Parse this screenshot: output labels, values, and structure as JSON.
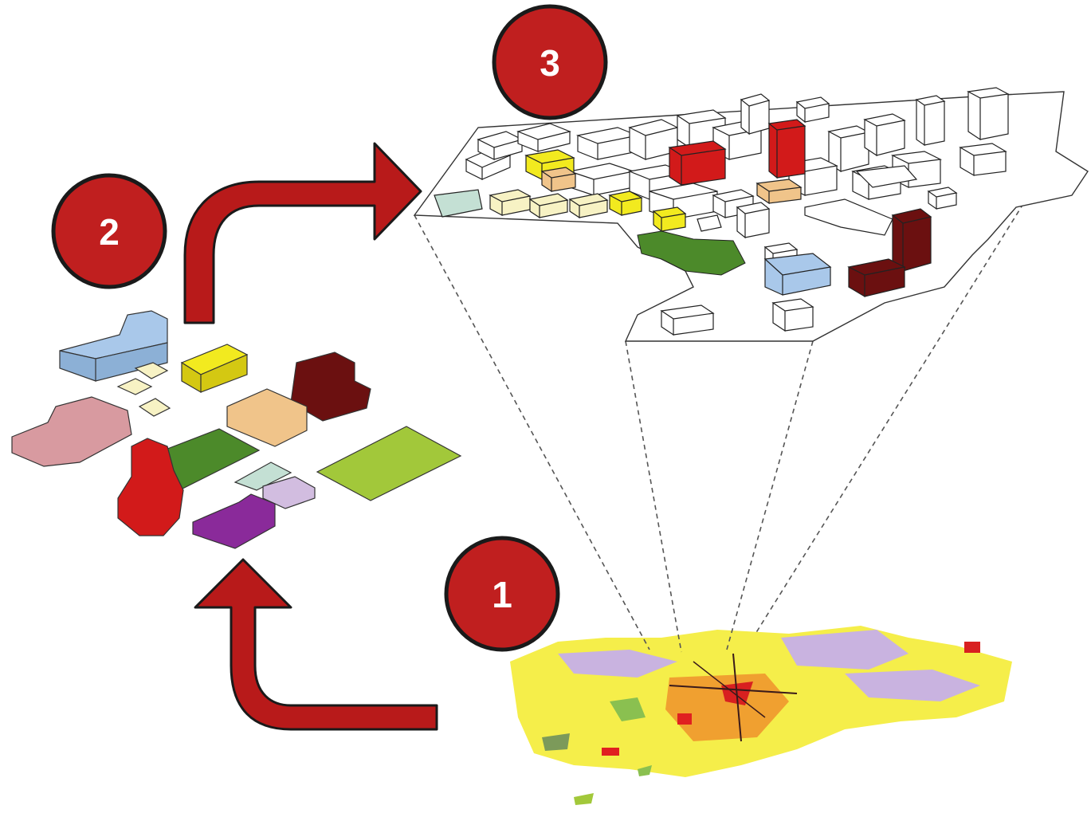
{
  "steps": [
    {
      "id": "step-1",
      "number": "1"
    },
    {
      "id": "step-2",
      "number": "2"
    },
    {
      "id": "step-3",
      "number": "3"
    }
  ],
  "colors": {
    "badge_fill": "#c01f1f",
    "badge_stroke": "#1a1a1a",
    "arrow_fill": "#b81a1a",
    "arrow_stroke": "#1a1a1a",
    "landuse_yellow": "#f5ee4a",
    "landuse_lavender": "#c9b3e0",
    "landuse_orange": "#f0a030",
    "landuse_red": "#d82020",
    "landuse_green": "#8ac050",
    "block_blue": "#a9c8ea",
    "block_cream": "#f7f2c4",
    "block_yellow": "#f2ea1f",
    "block_maroon": "#6b1010",
    "block_pink": "#d89aa0",
    "block_tan": "#f0c48a",
    "block_red": "#d21a1a",
    "block_green": "#4c8a2a",
    "block_lime": "#a2c83a",
    "block_mint": "#c4e0d4",
    "block_lilac": "#d2bde0",
    "block_purple": "#8a2a9a"
  },
  "icons": [
    "curved-arrow-up-icon",
    "curved-arrow-right-icon"
  ]
}
